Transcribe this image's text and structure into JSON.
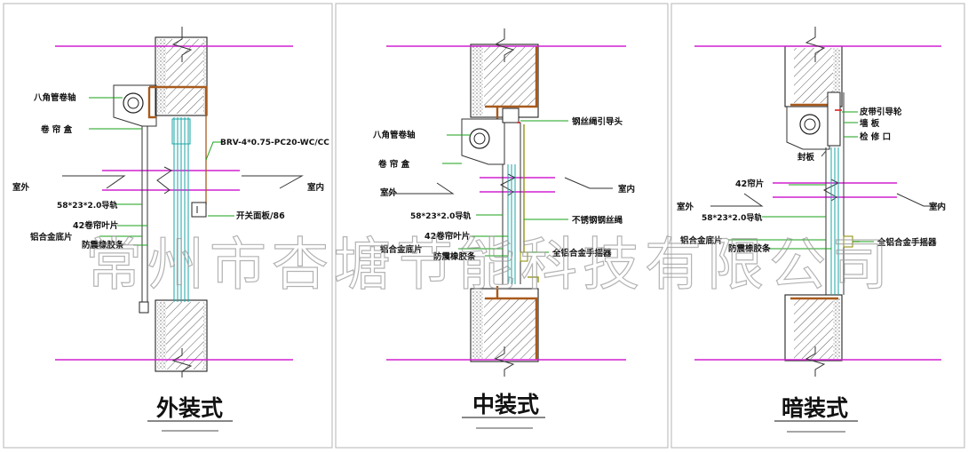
{
  "watermark": "常州市杏塘节能科技有限公司",
  "panels": [
    {
      "title": "外装式",
      "labels": {
        "octagonal_shaft": "八角管卷轴",
        "box": "卷 帘 盒",
        "cable": "BRV-4*0.75-PC20-WC/CC",
        "outdoor": "室外",
        "indoor": "室内",
        "guide_rail": "58*23*2.0导轨",
        "slat": "42卷帘叶片",
        "bottom_plate": "铝合金底片",
        "rubber_strip": "防震橡胶条",
        "switch_panel": "开关面板/86"
      }
    },
    {
      "title": "中装式",
      "labels": {
        "octagonal_shaft": "八角管卷轴",
        "box": "卷 帘 盒",
        "guide_head": "钢丝绳引导头",
        "outdoor": "室外",
        "indoor": "室内",
        "guide_rail": "58*23*2.0导轨",
        "slat": "42卷帘叶片",
        "bottom_plate": "铝合金底片",
        "rubber_strip": "防震橡胶条",
        "steel_rope": "不锈钢钢丝绳",
        "hand_crank": "全铝合金手摇器"
      }
    },
    {
      "title": "暗装式",
      "labels": {
        "belt_wheel": "皮带引导轮",
        "wall_board": "墙    板",
        "inspection": "检 修 口",
        "sealing_board": "封板",
        "slat": "42帘片",
        "outdoor": "室外",
        "indoor": "室内",
        "guide_rail": "58*23*2.0导轨",
        "bottom_plate": "铝合金底片",
        "rubber_strip": "防震橡胶条",
        "hand_crank": "全铝合金手摇器"
      }
    }
  ]
}
